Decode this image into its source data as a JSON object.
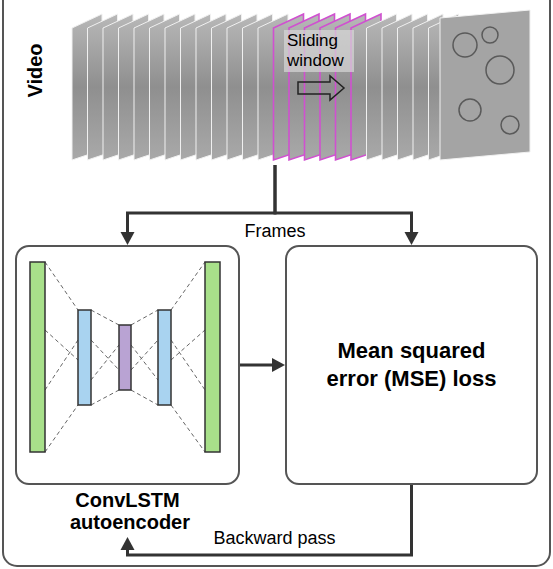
{
  "diagram": {
    "nodes": [
      {
        "text": [
          "Video"
        ]
      },
      {
        "text": [
          "ConvLSTM autoencoder"
        ]
      },
      {
        "text": [
          "Mean squared error (MSE) loss"
        ]
      }
    ],
    "edges": [
      {
        "from": 0,
        "to": 1,
        "arrow": "to",
        "label": "Frames"
      },
      {
        "from": 0,
        "to": 2,
        "arrow": "to"
      },
      {
        "from": 1,
        "to": 2,
        "arrow": "to"
      },
      {
        "from": 2,
        "to": 1,
        "arrow": "to",
        "label": "Backward pass"
      }
    ],
    "labels": [
      "Sliding window"
    ]
  }
}
